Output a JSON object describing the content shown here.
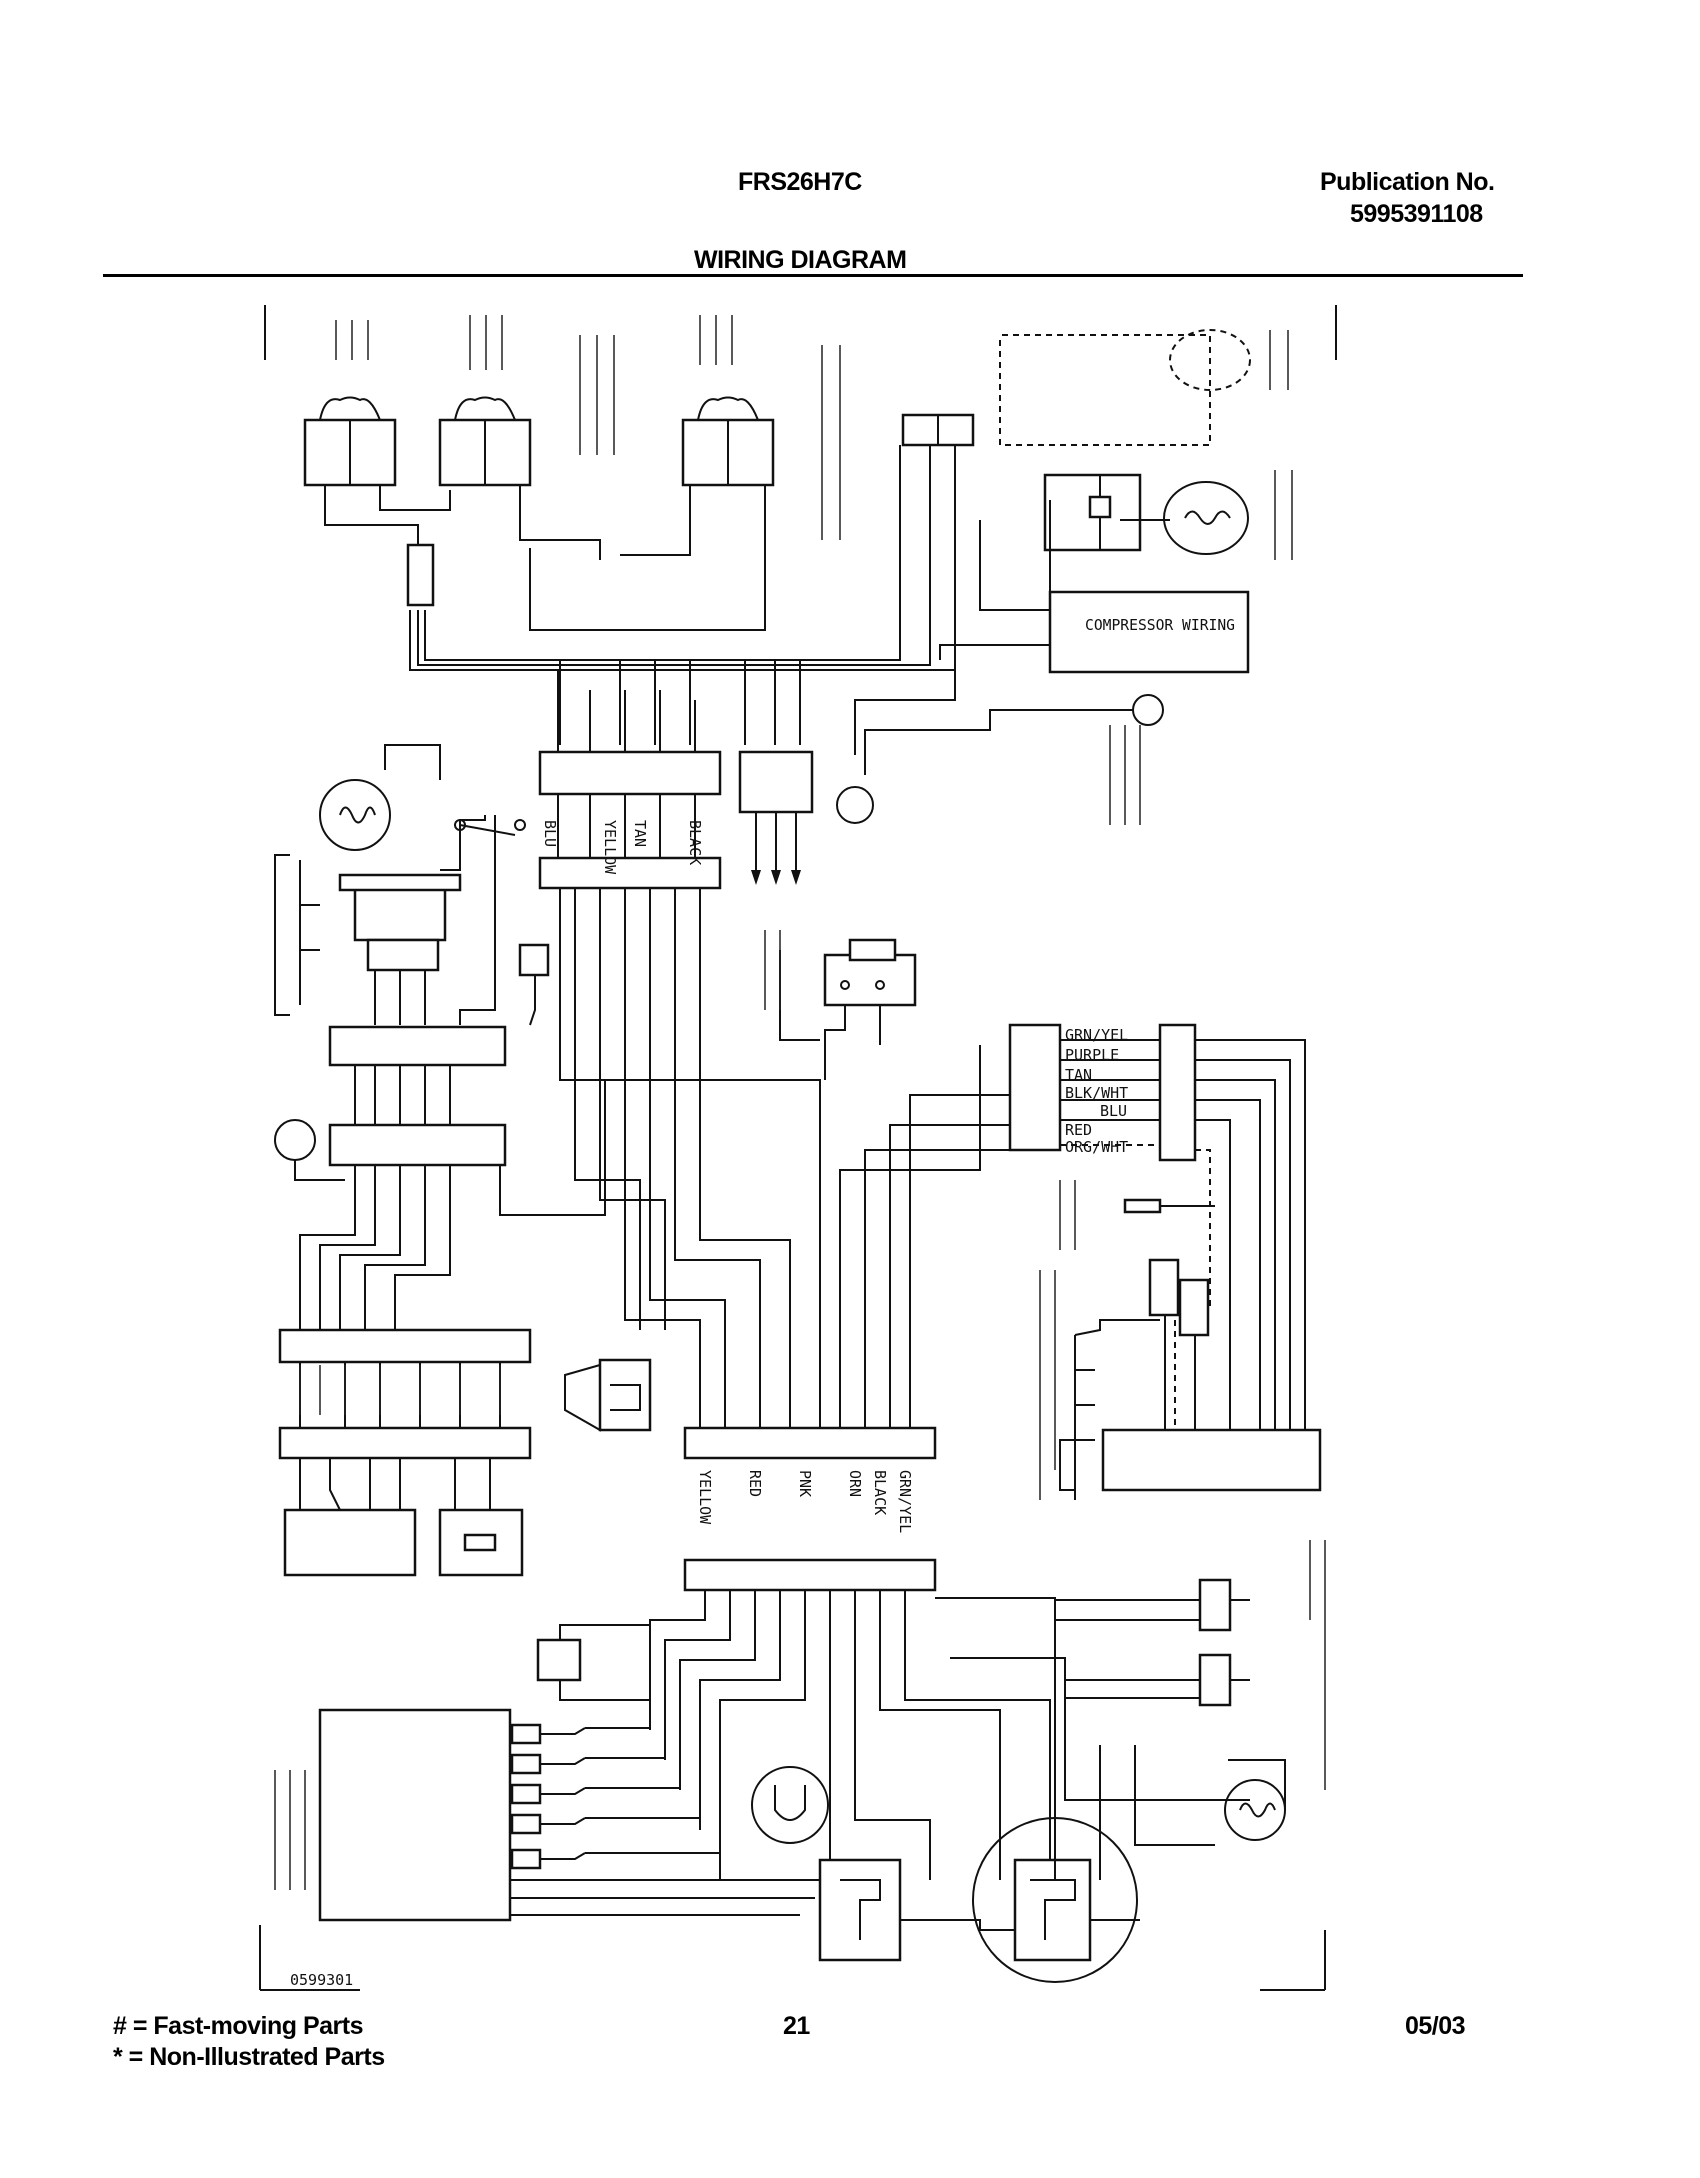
{
  "header": {
    "model": "FRS26H7C",
    "publication_label": "Publication No.",
    "publication_number": "5995391108",
    "section_title": "WIRING DIAGRAM"
  },
  "diagram_labels": {
    "wire_colors_mid": [
      "GRN/YEL",
      "PURPLE",
      "TAN",
      "BLK/WHT",
      "BLU",
      "RED",
      "ORG/WHT"
    ],
    "harness_bottom_colors": [
      "GRN/YEL",
      "BLACK",
      "ORN",
      "PNK",
      "RED",
      "YELLOW"
    ],
    "upper_harness_colors": [
      "BLU",
      "YELLOW",
      "TAN",
      "BLACK"
    ],
    "compressor_wiring": "COMPRESSOR WIRING",
    "sheet_number": "0599301"
  },
  "footer": {
    "legend_fast": "# = Fast-moving Parts",
    "legend_non": "* = Non-Illustrated Parts",
    "page_number": "21",
    "date": "05/03"
  }
}
